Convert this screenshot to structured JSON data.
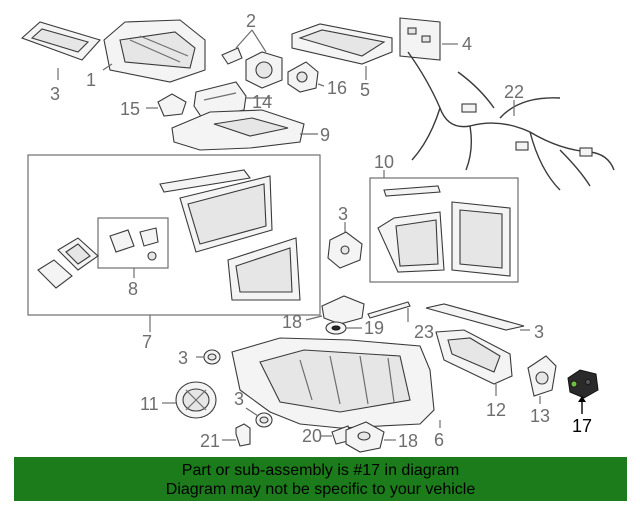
{
  "callouts": {
    "c1": "1",
    "c2": "2",
    "c3a": "3",
    "c3b": "3",
    "c3c": "3",
    "c3d": "3",
    "c3e": "3",
    "c4": "4",
    "c5": "5",
    "c6": "6",
    "c7": "7",
    "c8": "8",
    "c9": "9",
    "c10": "10",
    "c11": "11",
    "c12": "12",
    "c13": "13",
    "c14": "14",
    "c15": "15",
    "c16": "16",
    "c17": "17",
    "c18a": "18",
    "c18b": "18",
    "c19": "19",
    "c20": "20",
    "c21": "21",
    "c22": "22",
    "c23": "23"
  },
  "highlighted_part": "17",
  "banner": {
    "line1": "Part or sub-assembly is #17 in diagram",
    "line2": "Diagram may not be specific to your vehicle",
    "color": "#1c7c1c"
  }
}
